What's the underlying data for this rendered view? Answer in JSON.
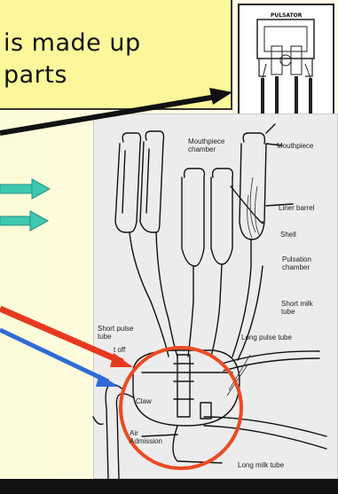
{
  "title": {
    "line1": "is made up",
    "line2": "parts"
  },
  "pulsator": {
    "label": "PULSATOR"
  },
  "labels": {
    "mouthpiece_chamber": "Mouthpiece\nchamber",
    "mouthpiece": "Mouthpiece",
    "liner_barrel": "Liner barrel",
    "shell": "Shell",
    "pulsation_chamber": "Pulsation\nchamber",
    "short_milk_tube": "Short milk\ntube",
    "short_pulse_tube": "Short pulse\ntube",
    "shut_off": "t off",
    "long_pulse_tube": "Long pulse tube",
    "claw": "Claw",
    "air_admission": "Air\nAdmission",
    "long_milk_tube": "Long milk tube"
  },
  "colors": {
    "title_bg": "#fbf79a",
    "cyan_arrow": "#3ec9b0",
    "red_arrow": "#e53a1f",
    "blue_arrow": "#2f6bd6",
    "highlight_circle": "#ec4a22"
  }
}
